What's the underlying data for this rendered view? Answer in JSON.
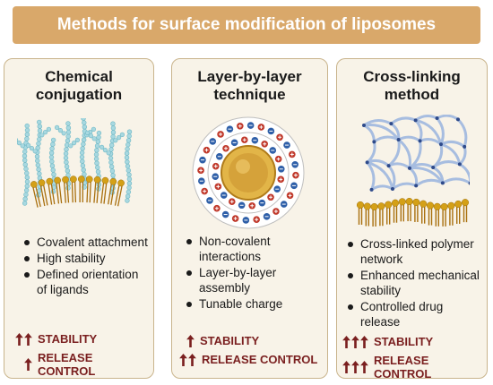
{
  "title": "Methods for surface modification of liposomes",
  "panels": [
    {
      "title_line1": "Chemical",
      "title_line2": "conjugation",
      "bullets": [
        "Covalent attachment",
        "High stability",
        "Defined orientation of ligands"
      ],
      "indicators": [
        {
          "label": "STABILITY",
          "arrows": 2
        },
        {
          "label": "RELEASE CONTROL",
          "arrows": 1
        }
      ]
    },
    {
      "title_line1": "Layer-by-layer",
      "title_line2": "technique",
      "bullets": [
        "Non-covalent interactions",
        "Layer-by-layer assembly",
        "Tunable charge"
      ],
      "indicators": [
        {
          "label": "STABILITY",
          "arrows": 1
        },
        {
          "label": "RELEASE CONTROL",
          "arrows": 2
        }
      ]
    },
    {
      "title_line1": "Cross-linking",
      "title_line2": "method",
      "bullets": [
        "Cross-linked polymer network",
        "Enhanced mechanical stability",
        "Controlled drug release"
      ],
      "indicators": [
        {
          "label": "STABILITY",
          "arrows": 3
        },
        {
          "label": "RELEASE CONTROL",
          "arrows": 3
        }
      ]
    }
  ],
  "colors": {
    "title_bg": "#d9a86a",
    "panel_bg": "#f8f3e8",
    "panel_border": "#c9b48c",
    "indicator": "#7a1f1f",
    "lipid_head": "#d4a017",
    "lipid_tail": "#a9700f",
    "ligand": "#a8d8e0",
    "polymer": "#a7bde0",
    "positive_charge": "#c0392b",
    "negative_charge": "#2e5fa8"
  },
  "icons": {
    "indicator_arrow": "up-arrow-icon"
  }
}
